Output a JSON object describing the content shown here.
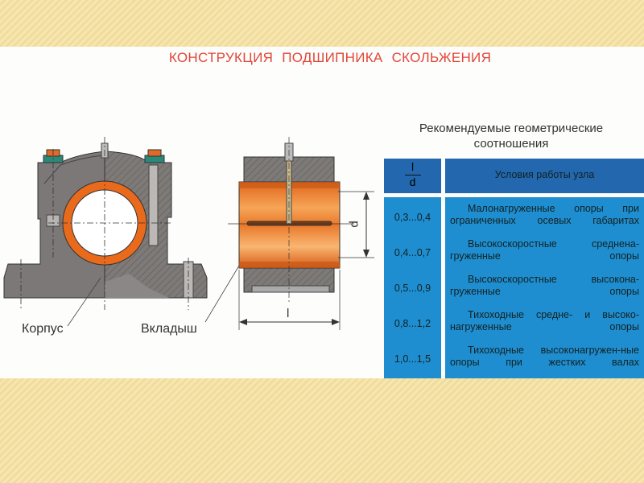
{
  "title": "КОНСТРУКЦИЯ   ПОДШИПНИКА  СКОЛЬЖЕНИЯ",
  "diagram": {
    "label_housing": "Корпус",
    "label_liner": "Вкладыш",
    "dim_d": "d",
    "dim_l": "l"
  },
  "table": {
    "title_line1": "Рекомендуемые геометрические",
    "title_line2": "соотношения",
    "header_ratio_num": "l",
    "header_ratio_den": "d",
    "header_conditions": "Условия работы узла",
    "rows": [
      {
        "ratio": "0,3...0,4",
        "conditions": "Малонагруженные опоры при ограниченных осевых габаритах"
      },
      {
        "ratio": "0,4...0,7",
        "conditions": "Высокоскоростные среднена-груженные опоры"
      },
      {
        "ratio": "0,5...0,9",
        "conditions": "Высокоскоростные высокона-груженные опоры"
      },
      {
        "ratio": "0,8...1,2",
        "conditions": "Тихоходные средне- и высоко-нагруженные опоры"
      },
      {
        "ratio": "1,0...1,5",
        "conditions": "Тихоходные высоконагружен-ные опоры при жестких валах"
      }
    ]
  }
}
